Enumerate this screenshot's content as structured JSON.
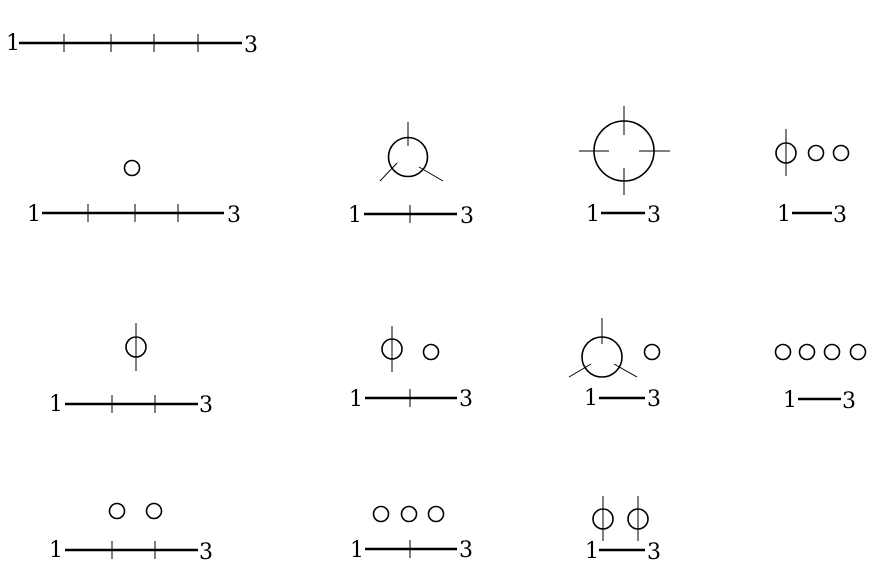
{
  "diagrams": [
    {
      "id": "d0",
      "left_label": "1",
      "right_label": "3"
    },
    {
      "id": "d1",
      "left_label": "1",
      "right_label": "3"
    },
    {
      "id": "d2",
      "left_label": "1",
      "right_label": "3"
    },
    {
      "id": "d3",
      "left_label": "1",
      "right_label": "3"
    },
    {
      "id": "d4",
      "left_label": "1",
      "right_label": "3"
    },
    {
      "id": "d5",
      "left_label": "1",
      "right_label": "3"
    },
    {
      "id": "d6",
      "left_label": "1",
      "right_label": "3"
    },
    {
      "id": "d7",
      "left_label": "1",
      "right_label": "3"
    },
    {
      "id": "d8",
      "left_label": "1",
      "right_label": "3"
    },
    {
      "id": "d9",
      "left_label": "1",
      "right_label": "3"
    },
    {
      "id": "d10",
      "left_label": "1",
      "right_label": "3"
    },
    {
      "id": "d11",
      "left_label": "1",
      "right_label": "3"
    }
  ]
}
